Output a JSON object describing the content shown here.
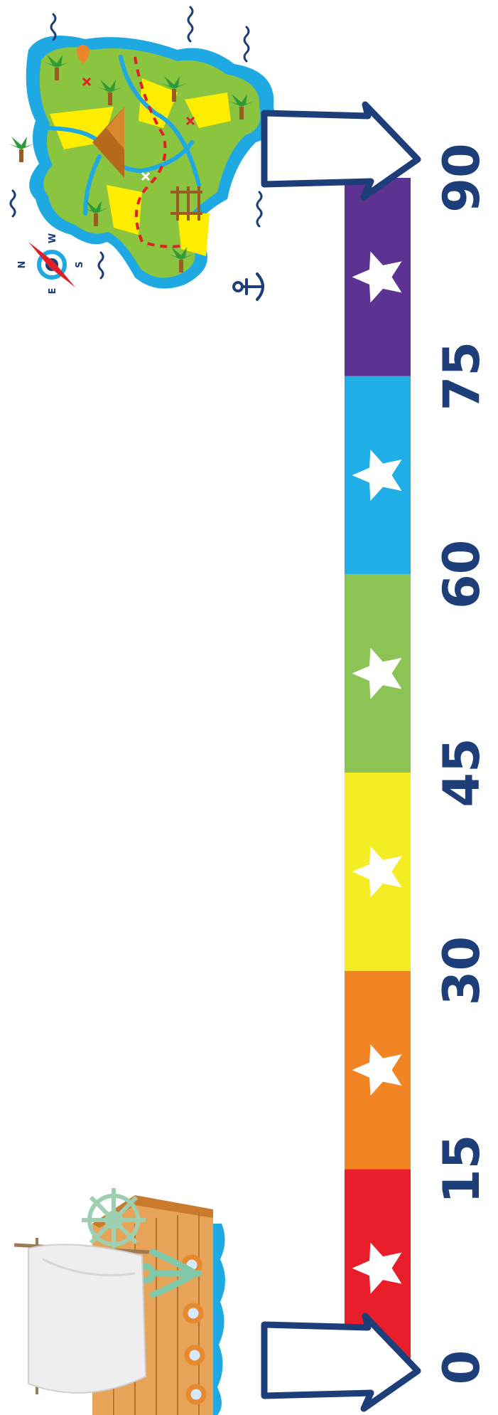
{
  "timeline": {
    "ticks": [
      "0",
      "15",
      "30",
      "45",
      "60",
      "75",
      "90"
    ],
    "segments": [
      {
        "color": "#ea1d2b"
      },
      {
        "color": "#f38423"
      },
      {
        "color": "#f5ed24"
      },
      {
        "color": "#8bc455"
      },
      {
        "color": "#20aee6"
      },
      {
        "color": "#5c3293"
      }
    ]
  },
  "colors": {
    "navy": "#1d3e78",
    "water": "#1fa9e2",
    "land": "#8bc43f",
    "sand": "#ffed00",
    "white": "#ffffff"
  },
  "compass": {
    "n": "N",
    "e": "E",
    "s": "S",
    "w": "W"
  },
  "icons": [
    "ship-icon",
    "treasure-map-icon",
    "compass-icon",
    "anchor-icon",
    "arrow-right-icon",
    "star-icon",
    "wave-icon"
  ]
}
